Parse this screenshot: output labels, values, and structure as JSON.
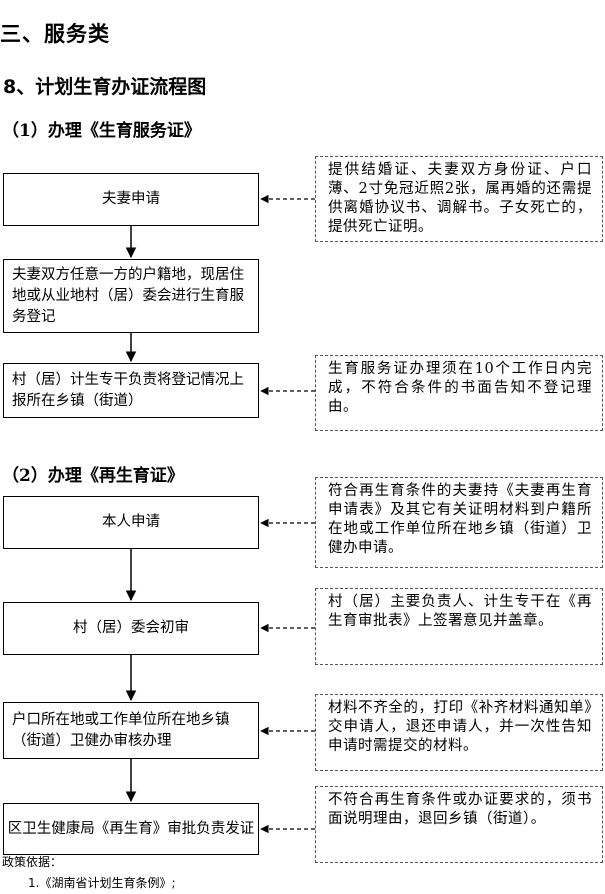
{
  "section_title": "三、服务类",
  "subsection_title": "8、计划生育办证流程图",
  "part1": {
    "title": "（1）办理《生育服务证》",
    "steps": [
      "夫妻申请",
      "夫妻双方任意一方的户籍地，现居住地或从业地村（居）委会进行生育服务登记",
      "村（居）计生专干负责将登记情况上报所在乡镇（街道）"
    ],
    "notes": [
      "提供结婚证、夫妻双方身份证、户口薄、2寸免冠近照2张，属再婚的还需提供离婚协议书、调解书。子女死亡的，提供死亡证明。",
      "生育服务证办理须在10个工作日内完成，不符合条件的书面告知不登记理由。"
    ]
  },
  "part2": {
    "title": "（2）办理《再生育证》",
    "steps": [
      "本人申请",
      "村（居）委会初审",
      "户口所在地或工作单位所在地乡镇（街道）卫健办审核办理",
      "区卫生健康局《再生育》审批负责发证"
    ],
    "notes": [
      "符合再生育条件的夫妻持《夫妻再生育申请表》及其它有关证明材料到户籍所在地或工作单位所在地乡镇（街道）卫健办申请。",
      "村（居）主要负责人、计生专干在《再生育审批表》上签署意见并盖章。",
      "材料不齐全的，打印《补齐材料通知单》交申请人，退还申请人，并一次性告知申请时需提交的材料。",
      "不符合再生育条件或办证要求的，须书面说明理由，退回乡镇（街道）。"
    ]
  },
  "policy": {
    "heading": "政策依据：",
    "items": [
      "1.《湖南省计划生育条例》;"
    ]
  }
}
